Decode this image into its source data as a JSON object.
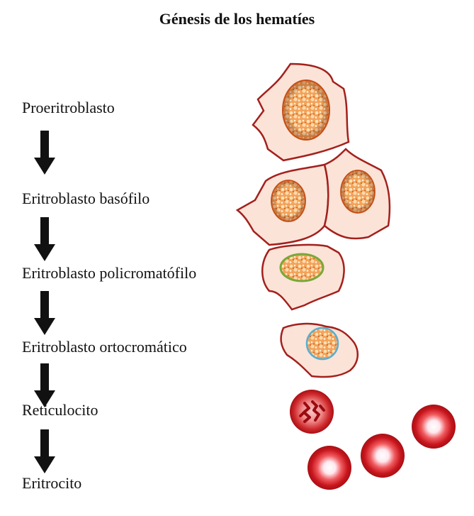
{
  "title": "Génesis de los hematíes",
  "stages": [
    {
      "label": "Proeritroblasto"
    },
    {
      "label": "Eritroblasto basófilo"
    },
    {
      "label": "Eritroblasto policromatófilo"
    },
    {
      "label": "Eritroblasto ortocromático"
    },
    {
      "label": "Reticulocito"
    },
    {
      "label": "Eritrocito"
    }
  ],
  "colors": {
    "cell_membrane": "#a3201c",
    "cytoplasm": "#fbe3d8",
    "nucleus": "#f2a25a",
    "chromatin": "#ffd9a8",
    "nucleus_rim_policromatofilo": "#7aa83a",
    "nucleus_rim_ortocromatico": "#5aaed0",
    "rbc_dark": "#c1181e",
    "rbc_light": "#ffffff",
    "arrow": "#111111"
  }
}
